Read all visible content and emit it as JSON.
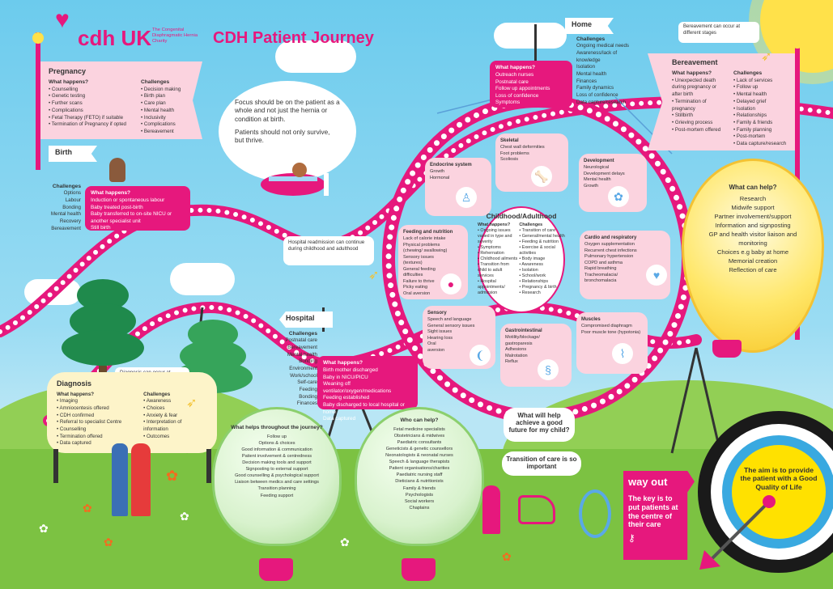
{
  "logo": {
    "brand": "cdh UK",
    "tagline": "The Congenital Diaphragmatic Hernia Charity"
  },
  "title": "CDH Patient Journey",
  "focus_note": [
    "Focus should be on the patient as a whole and not just the hernia or condition at birth.",
    "Patients should not only survive, but thrive."
  ],
  "pregnancy": {
    "title": "Pregnancy",
    "what_label": "What happens?",
    "what": [
      "Counselling",
      "Genetic testing",
      "Further scans",
      "Complications",
      "Fetal Therapy (FETO) if suitable",
      "Termination of Pregnancy if opted"
    ],
    "chal_label": "Challenges",
    "challenges": [
      "Decision making",
      "Birth plan",
      "Care plan",
      "Mental health",
      "Inclusivity",
      "Complications",
      "Bereavement"
    ]
  },
  "birth": {
    "flag": "Birth",
    "chal_label": "Challenges",
    "challenges": [
      "Options",
      "Labour",
      "Bonding",
      "Mental health",
      "Recovery",
      "Bereavement"
    ],
    "what_label": "What happens?",
    "what": [
      "Induction or spontaneous labour",
      "Baby treated post-birth",
      "Baby transferred to on-site NICU or another specialist unit",
      "Still birth"
    ]
  },
  "home": {
    "flag": "Home",
    "chal_label": "Challenges",
    "challenges": [
      "Ongoing medical needs",
      "Awareness/lack of knowledge",
      "Isolation",
      "Mental health",
      "Finances",
      "Family dynamics",
      "Loss of confidence",
      "Data capture/research"
    ],
    "what_label": "What happens?",
    "what": [
      "Outreach nurses",
      "Postnatal care",
      "Follow up appointments",
      "Loss of confidence",
      "Symptoms"
    ]
  },
  "bereavement": {
    "note": "Bereavement can occur at different stages",
    "title": "Bereavement",
    "what_label": "What happens?",
    "what": [
      "Unexpected death during pregnancy or after birth",
      "Termination of pregnancy",
      "Stillbirth",
      "Grieving process",
      "Post-mortem offered"
    ],
    "chal_label": "Challenges",
    "challenges": [
      "Lack of services",
      "Follow up",
      "Mental health",
      "Delayed grief",
      "Isolation",
      "Relationships",
      "Family & friends",
      "Family planning",
      "Post-mortem",
      "Data capture/research"
    ]
  },
  "hospital": {
    "flag": "Hospital",
    "readmission": "Hospital readmission can continue during childhood and adulthood",
    "chal_label": "Challenges",
    "challenges": [
      "Postnatal care",
      "Bereavement",
      "Mental health",
      "Bonding",
      "Environment",
      "Work/school",
      "Self-care",
      "Feeding",
      "Bonding",
      "Finances"
    ],
    "what_label": "What happens?",
    "what": [
      "Birth mother discharged",
      "Baby in NICU/PICU",
      "Weaning off ventilator/oxygen/medications",
      "Feeding established",
      "Baby discharged to local hospital or home",
      "Data captured"
    ]
  },
  "diagnosis": {
    "note": "Diagnosis can occur at different stages",
    "title": "Diagnosis",
    "what_label": "What happens?",
    "what": [
      "Imaging",
      "Amniocentesis offered",
      "CDH confirmed",
      "Referral to specialist Centre",
      "Counselling",
      "Termination offered",
      "Data captured"
    ],
    "chal_label": "Challenges",
    "challenges": [
      "Awareness",
      "Choices",
      "Anxiety & fear",
      "Interpretation of information",
      "Outcomes"
    ]
  },
  "wheel": {
    "center": {
      "title": "Childhood/Adulthood",
      "what_label": "What happens?",
      "what": [
        "Ongoing issues varied in type and severity",
        "Symptoms",
        "Rehernation",
        "Childhood ailments",
        "Transition from child to adult services",
        "Hospital appointments/ admission"
      ],
      "chal_label": "Challenges",
      "challenges": [
        "Transition of care",
        "General/mental health",
        "Feeding & nutrition",
        "Exercise & social activities",
        "Body image",
        "Awareness",
        "Isolation",
        "School/work",
        "Relationships",
        "Pregnancy & birth",
        "Research"
      ]
    },
    "skeletal": {
      "title": "Skeletal",
      "items": [
        "Chest wall deformities",
        "Foot problems",
        "Scoliosis"
      ]
    },
    "endocrine": {
      "title": "Endocrine system",
      "items": [
        "Growth",
        "Hormonal"
      ]
    },
    "development": {
      "title": "Development",
      "items": [
        "Neurological",
        "Development delays",
        "Mental health",
        "Growth"
      ]
    },
    "feeding": {
      "title": "Feeding and nutrition",
      "items": [
        "Lack of calorie intake",
        "Physical problems (chewing/ swallowing)",
        "Sensory issues (textures)",
        "General feeding difficulties",
        "Failure to thrive",
        "Picky eating",
        "Oral aversion"
      ]
    },
    "cardio": {
      "title": "Cardio and respiratory",
      "items": [
        "Oxygen supplementation",
        "Recurrent chest infections",
        "Pulmonary hypertension",
        "COPD and asthma",
        "Rapid breathing",
        "Tracheomalacia/ bronchomalacia"
      ]
    },
    "sensory": {
      "title": "Sensory",
      "items": [
        "Speech and language",
        "General sensory issues",
        "Sight issues",
        "Hearing loss",
        "Oral",
        "aversion"
      ]
    },
    "gastro": {
      "title": "Gastrointestinal",
      "items": [
        "Motility/blockage/ gastroparesis",
        "Adhesions",
        "Malrotation",
        "Reflux"
      ]
    },
    "muscles": {
      "title": "Muscles",
      "items": [
        "Compromised diaphragm",
        "Poor muscle tone (hypotonia)"
      ]
    }
  },
  "what_can_help": {
    "title": "What can help?",
    "items": [
      "Research",
      "Midwife support",
      "Partner involvement/support",
      "Information and signposting",
      "GP and health visitor liaison and monitoring",
      "Choices e.g baby at home",
      "Memorial creation",
      "Reflection of care"
    ]
  },
  "journey_helps": {
    "title": "What helps throughout the journey?",
    "items": [
      "Follow up",
      "Options & choices",
      "Good information & communication",
      "Patient involvement & centredness",
      "Decision making tools and support",
      "Signposting to external support",
      "Good counselling & psychological support",
      "Liaison between medics and care settings",
      "Transition planning",
      "Feeding support"
    ]
  },
  "who_can_help": {
    "title": "Who can help?",
    "items": [
      "Fetal medicine specialists",
      "Obstetricians & midwives",
      "Paediatric consultants",
      "Geneticists & genetic counsellors",
      "Neonatologists & neonatal nurses",
      "Speech & language therapists",
      "Patient organisations/charities",
      "Paediatric nursing staff",
      "Dieticians & nutritionists",
      "Family & friends",
      "Psychologists",
      "Social workers",
      "Chaplains"
    ]
  },
  "future_bubble": "What will help achieve a good future for my child?",
  "transition_bubble": "Transition of care is so important",
  "way_out": {
    "label": "way out",
    "text": "The key is to put patients at the centre of their care"
  },
  "aim": "The aim is to provide the patient with a Good Quality of Life",
  "colors": {
    "brand_pink": "#e6187d",
    "light_pink": "#fbd3df",
    "grass": "#7cc242",
    "sky": "#6ccbed"
  }
}
